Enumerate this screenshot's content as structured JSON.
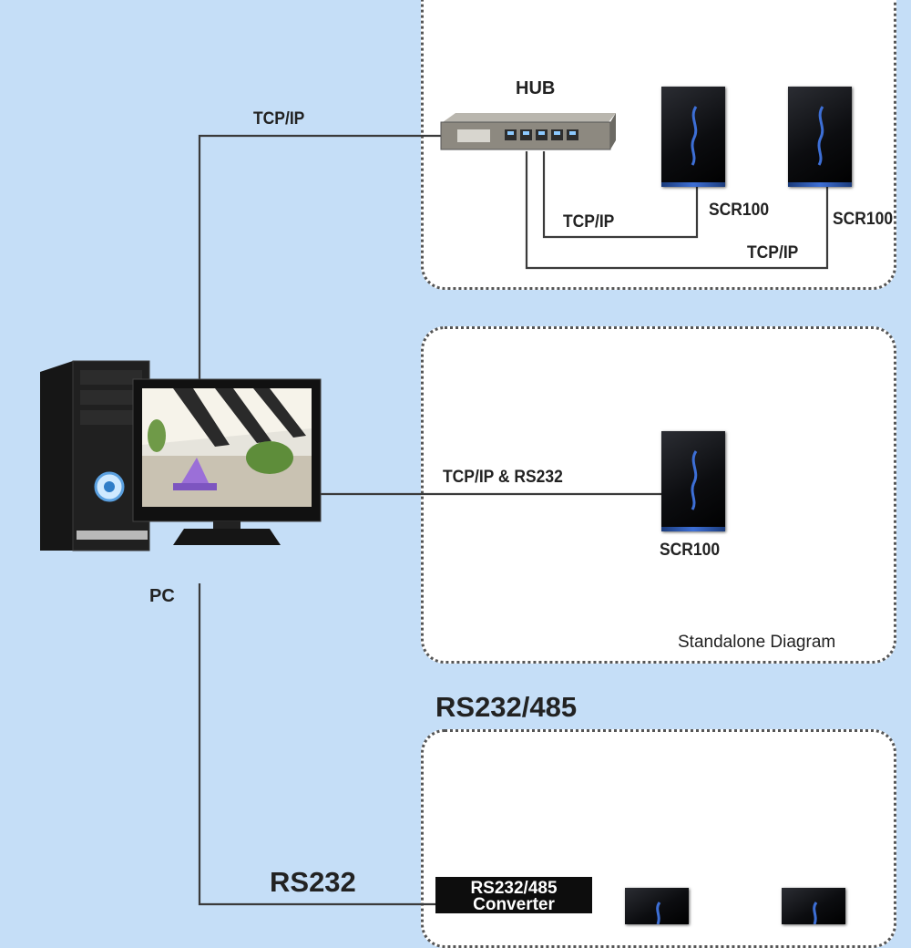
{
  "hub_section": {
    "hub_label": "HUB",
    "uplink_label": "TCP/IP",
    "link1_label": "TCP/IP",
    "link2_label": "TCP/IP",
    "reader1_label": "SCR100",
    "reader2_label": "SCR100"
  },
  "standalone_section": {
    "link_label": "TCP/IP & RS232",
    "reader_label": "SCR100",
    "caption": "Standalone Diagram"
  },
  "pc_label": "PC",
  "rs485_section": {
    "heading": "RS232/485",
    "link_label": "RS232",
    "converter_line1": "RS232/485",
    "converter_line2": "Converter"
  },
  "colors": {
    "background": "#c5def7",
    "panel": "#ffffff",
    "wire": "#3a3a3a",
    "reader_accent": "#3d6fd6"
  }
}
